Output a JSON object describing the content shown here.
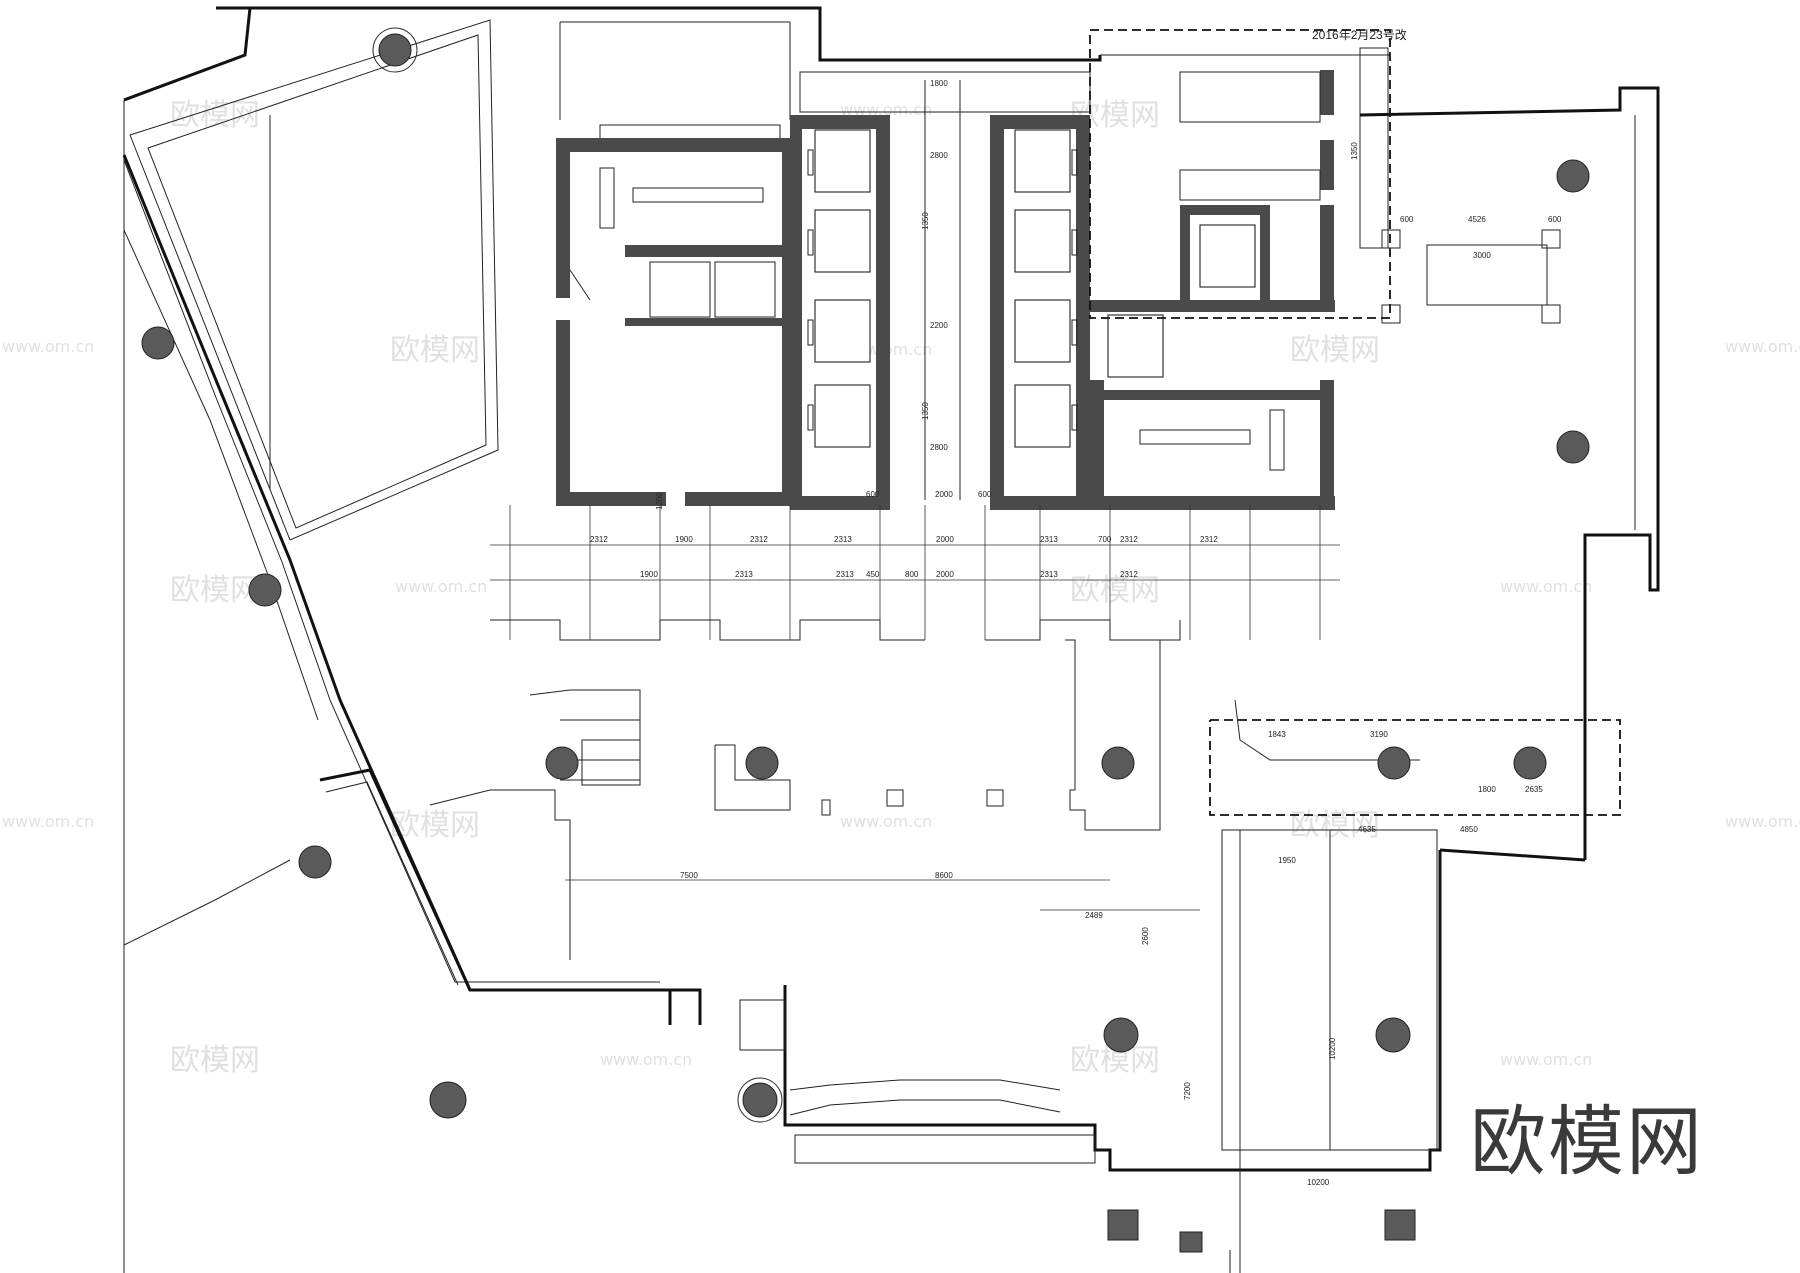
{
  "revision_note": "2016年2月23号改",
  "watermark_brand": "欧模网",
  "watermark_url": "www.om.cn",
  "dims": {
    "d2312": "2312",
    "d2313": "2313",
    "d2000": "2000",
    "d1900": "1900",
    "d1350": "1350",
    "d2800": "2800",
    "d2200": "2200",
    "d4526": "4526",
    "d3000": "3000",
    "d7500": "7500",
    "d8600": "8600",
    "d10200": "10200",
    "d7200": "7200",
    "d4850": "4850",
    "d4635": "4635",
    "d1800": "1800",
    "d2635": "2635",
    "d3190": "3190",
    "d1843": "1843",
    "d2489": "2489",
    "d2600": "2600",
    "d1950": "1950",
    "d700": "700",
    "d600": "600",
    "d450": "450",
    "d800": "800",
    "d1200": "1200"
  },
  "colors": {
    "wall": "#4a4a4a",
    "column": "#5a5a5a",
    "line": "#111111"
  }
}
